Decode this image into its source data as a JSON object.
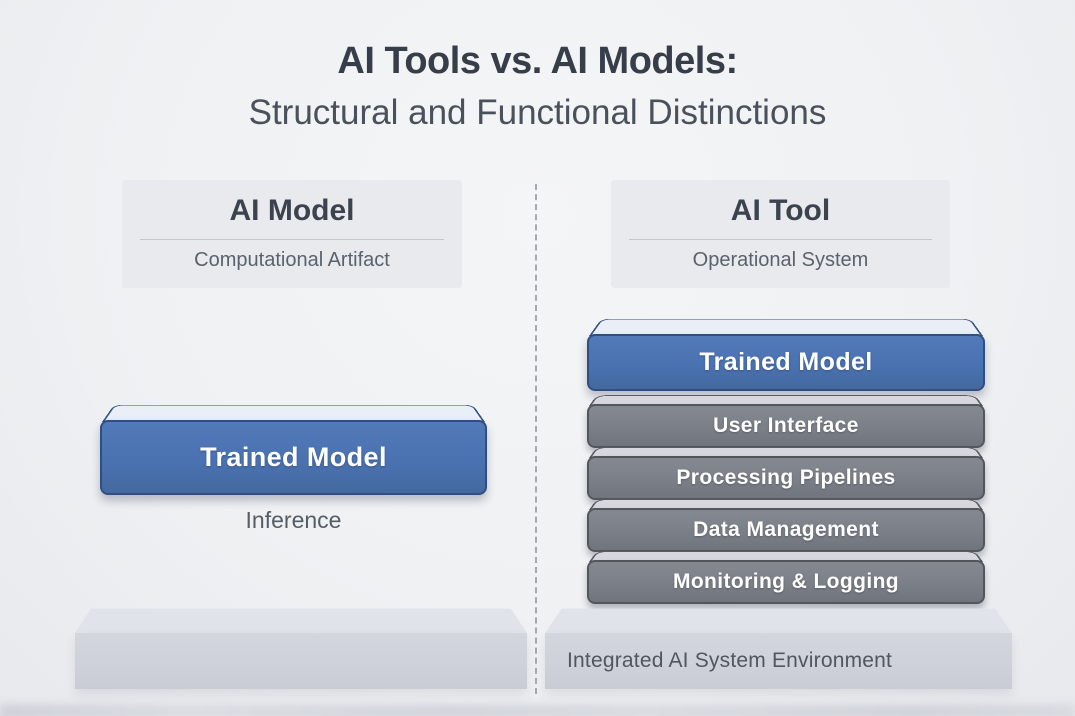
{
  "title": {
    "line1": "AI Tools vs. AI Models:",
    "line2": "Structural and Functional Distinctions"
  },
  "left_panel": {
    "header": {
      "title": "AI Model",
      "subtitle": "Computational Artifact"
    },
    "box_label": "Trained Model",
    "caption": "Inference"
  },
  "right_panel": {
    "header": {
      "title": "AI Tool",
      "subtitle": "Operational System"
    },
    "stack": [
      {
        "label": "Trained Model"
      },
      {
        "label": "User Interface"
      },
      {
        "label": "Processing Pipelines"
      },
      {
        "label": "Data Management"
      },
      {
        "label": "Monitoring & Logging"
      }
    ],
    "platform_label": "Integrated AI System Environment"
  },
  "colors": {
    "model_blue": "#4a72b1",
    "component_gray": "#7b7f88",
    "platform_gray": "#ced1d9",
    "background": "#eff1f3"
  }
}
